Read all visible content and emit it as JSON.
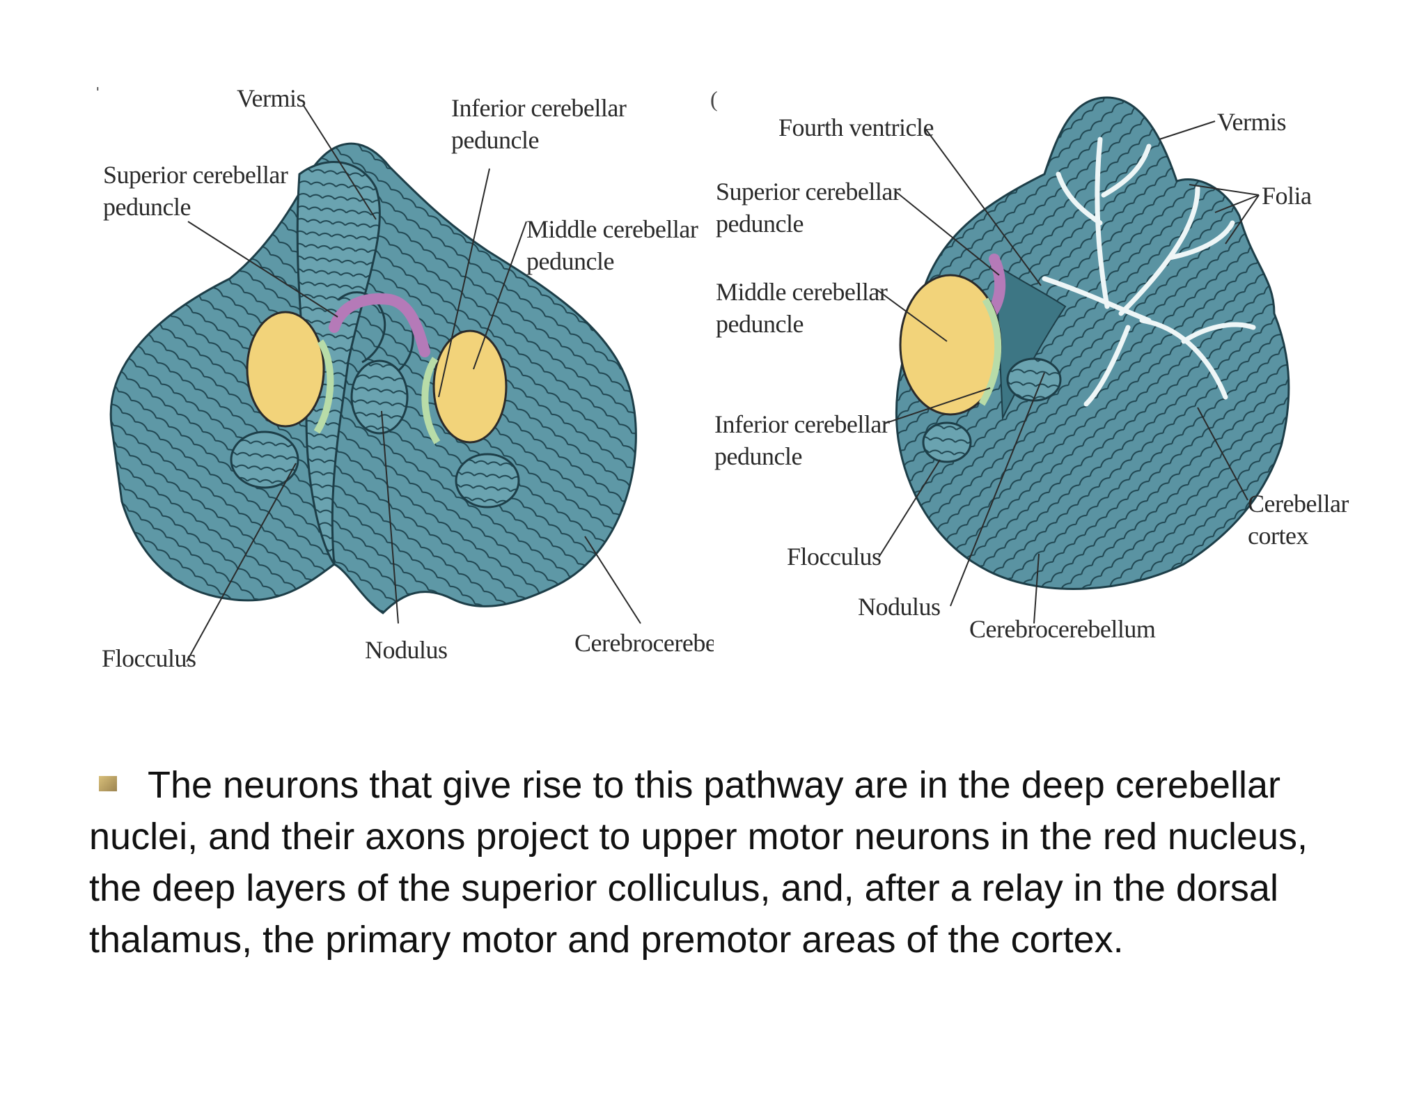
{
  "diagram_left": {
    "labels": {
      "vermis": "Vermis",
      "inferior_peduncle_l1": "Inferior cerebellar",
      "inferior_peduncle_l2": "peduncle",
      "superior_peduncle_l1": "Superior cerebellar",
      "superior_peduncle_l2": "peduncle",
      "middle_peduncle_l1": "Middle cerebellar",
      "middle_peduncle_l2": "peduncle",
      "flocculus": "Flocculus",
      "nodulus": "Nodulus",
      "cerebrocerebellum": "Cerebrocerebell"
    }
  },
  "diagram_right": {
    "labels": {
      "fourth_ventricle": "Fourth ventricle",
      "vermis": "Vermis",
      "superior_peduncle_l1": "Superior cerebellar",
      "superior_peduncle_l2": "peduncle",
      "folia": "Folia",
      "middle_peduncle_l1": "Middle cerebellar",
      "middle_peduncle_l2": "peduncle",
      "inferior_peduncle_l1": "Inferior cerebellar",
      "inferior_peduncle_l2": "peduncle",
      "cerebellar_cortex_l1": "Cerebellar",
      "cerebellar_cortex_l2": "cortex",
      "flocculus": "Flocculus",
      "nodulus": "Nodulus",
      "cerebrocerebellum": "Cerebrocerebellum"
    }
  },
  "colors": {
    "tissue": "#5e98a6",
    "tissue_dark": "#2f6370",
    "peduncle_yellow": "#f2d37a",
    "peduncle_purple": "#b57ab8",
    "peduncle_green": "#b8dca8"
  },
  "caption": {
    "bullet_icon": "square-bullet",
    "text": "The neurons that give rise to this pathway are in the deep cerebellar nuclei, and their axons project to upper motor neurons in the red nucleus, the deep layers of the superior colliculus, and, after a relay in the dorsal thalamus, the primary motor and premotor areas of the cortex."
  }
}
